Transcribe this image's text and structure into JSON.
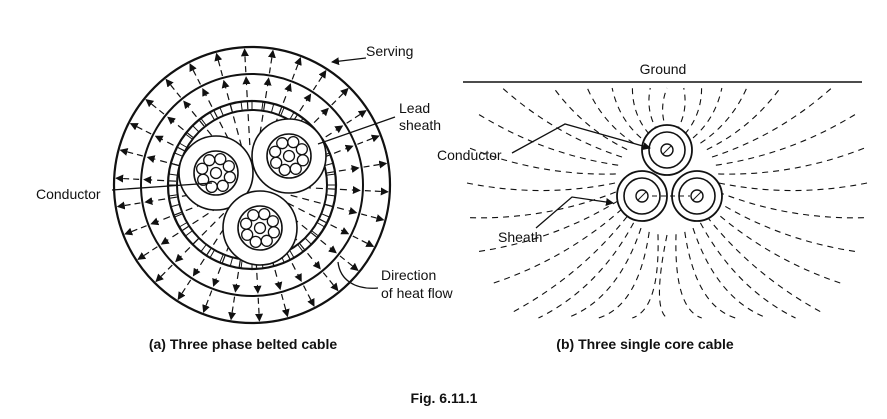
{
  "figure": {
    "number": "Fig. 6.11.1",
    "panel_a": {
      "caption": "(a) Three phase belted cable",
      "labels": {
        "serving": "Serving",
        "lead_sheath_line1": "Lead",
        "lead_sheath_line2": "sheath",
        "conductor": "Conductor",
        "heat_flow_line1": "Direction",
        "heat_flow_line2": "of heat flow"
      }
    },
    "panel_b": {
      "caption": "(b) Three single core cable",
      "labels": {
        "ground": "Ground",
        "conductor": "Conductor",
        "sheath": "Sheath"
      }
    }
  },
  "colors": {
    "ink": "#111111",
    "background": "#ffffff"
  }
}
